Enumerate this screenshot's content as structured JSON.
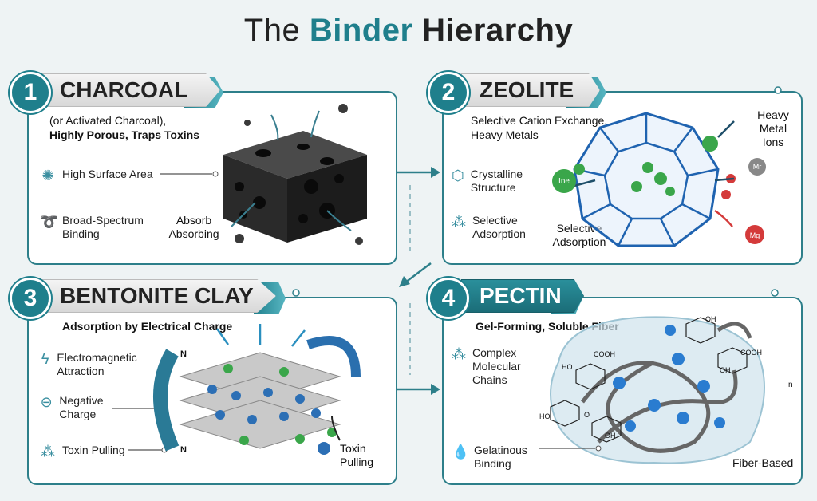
{
  "title": {
    "prefix": "The",
    "accent": "Binder",
    "rest": "Hierarchy"
  },
  "colors": {
    "teal": "#1f7f8c",
    "green": "#3aa64a",
    "blue": "#2c6fb5",
    "red": "#d43a3a"
  },
  "panels": [
    {
      "number": "1",
      "name": "CHARCOAL",
      "subtitle_line1": "(or Activated Charcoal),",
      "subtitle_line2": "Highly Porous, Traps Toxins",
      "features": [
        {
          "icon": "network-icon",
          "label": "High Surface Area"
        },
        {
          "icon": "dna-icon",
          "label": "Broad-Spectrum Binding"
        }
      ],
      "callout": "Absorb Absorbing"
    },
    {
      "number": "2",
      "name": "ZEOLITE",
      "subtitle_line1": "Selective Cation Exchange,",
      "subtitle_line2": "Heavy Metals",
      "features": [
        {
          "icon": "hexagon-icon",
          "label": "Crystalline Structure"
        },
        {
          "icon": "molecule-icon",
          "label": "Selective Adsorption"
        }
      ],
      "callout": "Selective Adsorption",
      "ions_label": "Heavy Metal Ions",
      "ion_tags": {
        "left": "Ine",
        "mid": "Mr",
        "bottom": "Mg"
      }
    },
    {
      "number": "3",
      "name": "BENTONITE CLAY",
      "subtitle_line1": "Adsorption by Electrical Charge",
      "features": [
        {
          "icon": "lightning-icon",
          "label": "Electromagnetic Attraction"
        },
        {
          "icon": "minus-circle-icon",
          "label": "Negative Charge"
        },
        {
          "icon": "molecule-icon",
          "label": "Toxin Pulling"
        }
      ],
      "callout": "Toxin Pulling",
      "magnet_pole": "N"
    },
    {
      "number": "4",
      "name": "PECTIN",
      "subtitle_line1": "Gel-Forming, Soluble Fiber",
      "features": [
        {
          "icon": "molecule-icon",
          "label": "Complex Molecular Chains"
        },
        {
          "icon": "droplet-icon",
          "label": "Gelatinous Binding"
        }
      ],
      "callout": "Fiber-Based",
      "chem": {
        "oh": "OH",
        "ho": "HO",
        "cooh": "COOH",
        "o": "O",
        "n": "n"
      }
    }
  ]
}
